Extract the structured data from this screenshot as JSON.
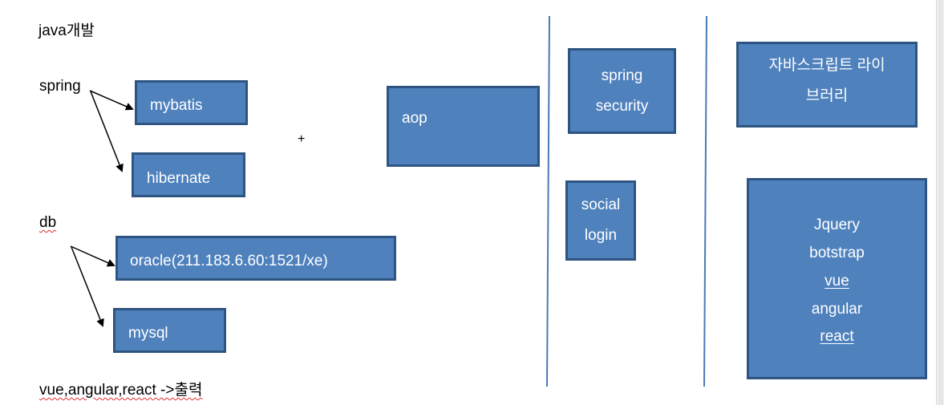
{
  "notes": {
    "java_dev": "java개발",
    "spring": "spring",
    "plus": "+",
    "db": "db",
    "output": "vue,angular,react ->출력"
  },
  "boxes": {
    "mybatis": "mybatis",
    "hibernate": "hibernate",
    "aop": "aop",
    "oracle": "oracle(211.183.6.60:1521/xe)",
    "mysql": "mysql",
    "spring_security": [
      "spring",
      "security"
    ],
    "social_login": [
      "social",
      "login"
    ],
    "js_library": [
      "자바스크립트 라이",
      "브러리"
    ],
    "frontend": [
      "Jquery",
      "botstrap",
      "vue",
      "angular",
      "react"
    ]
  },
  "colors": {
    "box_fill": "#4f81bd",
    "box_border": "#2e5481",
    "divider": "#4a7ab5",
    "spell_error": "#e03030"
  }
}
